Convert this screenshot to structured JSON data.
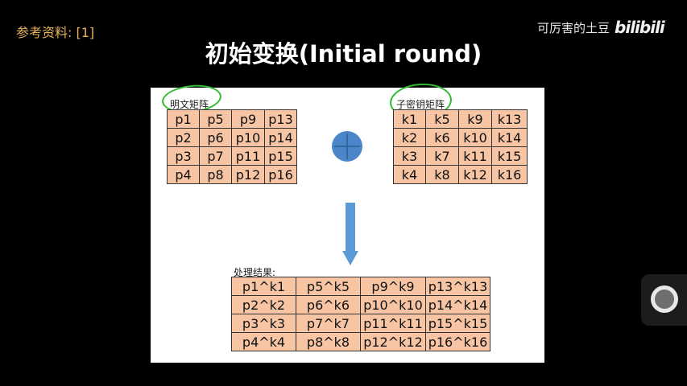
{
  "reference_label": "参考资料: [1]",
  "watermark": {
    "author": "可厉害的土豆",
    "logo": "bilibili"
  },
  "title": "初始变换(Initial round)",
  "slide": {
    "plaintext_label": "明文矩阵",
    "subkey_label": "子密钥矩阵",
    "result_label": "处理结果:",
    "plaintext_matrix": [
      [
        "p1",
        "p5",
        "p9",
        "p13"
      ],
      [
        "p2",
        "p6",
        "p10",
        "p14"
      ],
      [
        "p3",
        "p7",
        "p11",
        "p15"
      ],
      [
        "p4",
        "p8",
        "p12",
        "p16"
      ]
    ],
    "subkey_matrix": [
      [
        "k1",
        "k5",
        "k9",
        "k13"
      ],
      [
        "k2",
        "k6",
        "k10",
        "k14"
      ],
      [
        "k3",
        "k7",
        "k11",
        "k15"
      ],
      [
        "k4",
        "k8",
        "k12",
        "k16"
      ]
    ],
    "result_matrix": [
      [
        "p1^k1",
        "p5^k5",
        "p9^k9",
        "p13^k13"
      ],
      [
        "p2^k2",
        "p6^k6",
        "p10^k10",
        "p14^k14"
      ],
      [
        "p3^k3",
        "p7^k7",
        "p11^k11",
        "p15^k15"
      ],
      [
        "p4^k4",
        "p8^k8",
        "p12^k12",
        "p16^k16"
      ]
    ],
    "xor_icon": "circle-plus-icon",
    "arrow_icon": "arrow-down-icon",
    "colors": {
      "cell": "#f7c5a4",
      "xor": "#4a86c8",
      "arrow": "#5b9bd5",
      "annotation": "#2fbb2f"
    }
  },
  "player": {
    "button_icon": "record-button-icon"
  }
}
